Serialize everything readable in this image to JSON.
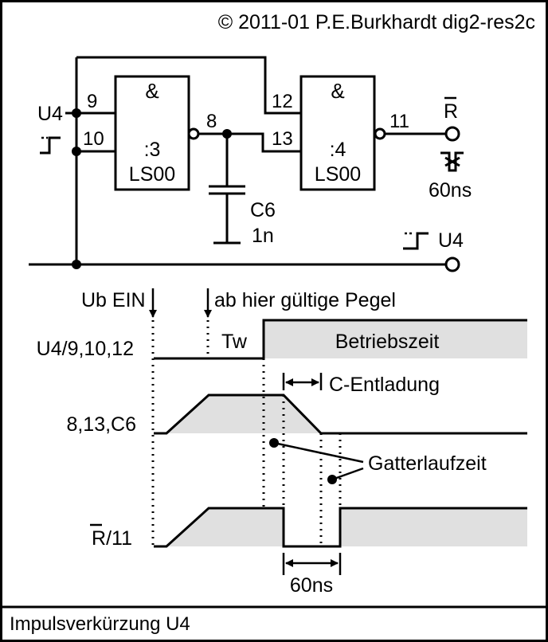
{
  "header": {
    "copyright": "© 2011-01 P.E.Burkhardt  dig2-res2c"
  },
  "footer": {
    "caption": "Impulsverkürzung U4"
  },
  "schematic": {
    "gate1": {
      "symbol": "&",
      "index": ":3",
      "type": "LS00"
    },
    "gate2": {
      "symbol": "&",
      "index": ":4",
      "type": "LS00"
    },
    "pins": {
      "p9": "9",
      "p10": "10",
      "p8": "8",
      "p12": "12",
      "p13": "13",
      "p11": "11"
    },
    "u4_left": "U4",
    "u4_right": "U4",
    "r_out": "R",
    "cap_name": "C6",
    "cap_value": "1n",
    "pulse_width": "60ns"
  },
  "timing": {
    "label_power_on": "Ub EIN",
    "label_valid": "ab hier gültige Pegel",
    "label_tw": "Tw",
    "label_operating": "Betriebszeit",
    "label_discharge": "C-Entladung",
    "label_gate_delay": "Gatterlaufzeit",
    "label_pulse": "60ns",
    "rows": [
      {
        "id": "row-u4",
        "label": "U4/9,10,12"
      },
      {
        "id": "row-c6",
        "label": "8,13,C6"
      },
      {
        "id": "row-r",
        "label": "R/11"
      }
    ]
  }
}
